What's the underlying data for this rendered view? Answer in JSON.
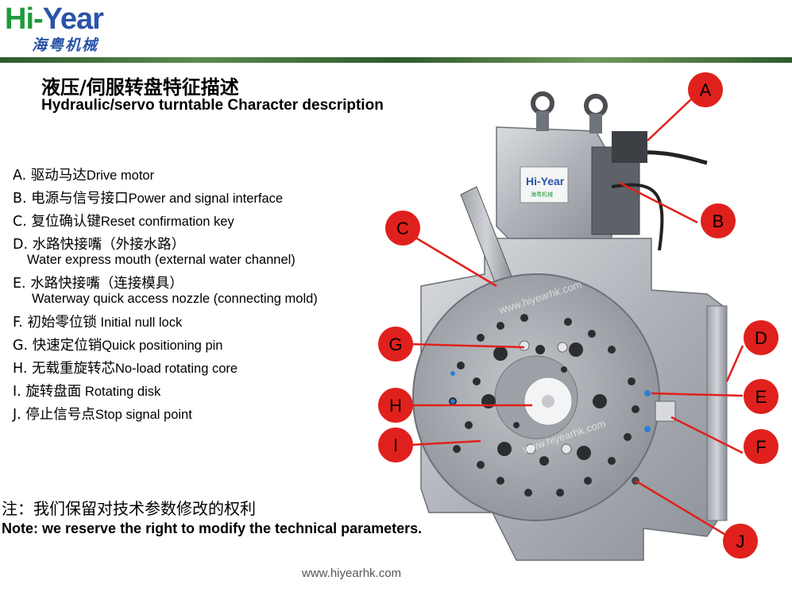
{
  "logo": {
    "hi": "Hi",
    "dash": "-",
    "year": "Year",
    "cn": "海粤机械"
  },
  "title": {
    "cn": "液压/伺服转盘特征描述",
    "en": "Hydraulic/servo turntable Character description"
  },
  "items": [
    {
      "letter": "A.",
      "cn": "驱动马达",
      "en": "Drive motor"
    },
    {
      "letter": "B.",
      "cn": "电源与信号接口",
      "en": "Power and signal interface"
    },
    {
      "letter": "C.",
      "cn": "复位确认键",
      "en": "Reset confirmation key"
    },
    {
      "letter": "D.",
      "cn": "水路快接嘴（外接水路）",
      "en": "",
      "sub": "Water express mouth (external water channel)"
    },
    {
      "letter": "E.",
      "cn": "水路快接嘴（连接模具）",
      "en": "",
      "sub": "Waterway quick access nozzle (connecting mold)"
    },
    {
      "letter": "F.",
      "cn": "初始零位锁",
      "en": " Initial null lock"
    },
    {
      "letter": "G.",
      "cn": "快速定位销",
      "en": "Quick positioning pin"
    },
    {
      "letter": "H.",
      "cn": "无载重旋转芯",
      "en": "No-load rotating core"
    },
    {
      "letter": "I.",
      "cn": "旋转盘面",
      "en": " Rotating disk"
    },
    {
      "letter": "J.",
      "cn": "停止信号点",
      "en": "Stop signal point"
    }
  ],
  "note": {
    "cn": "注：我们保留对技术参数修改的权利",
    "en": "Note: we reserve the right to modify the technical parameters."
  },
  "footer": "www.hiyearhk.com",
  "image": {
    "plate_label": "Hi-Year",
    "plate_cn": "海粤机械",
    "watermark": "www.hiyearhk.com",
    "callouts": [
      "A",
      "B",
      "C",
      "D",
      "E",
      "F",
      "G",
      "H",
      "I",
      "J"
    ]
  },
  "colors": {
    "brand_green": "#1f9a3a",
    "brand_blue": "#2a54a8",
    "callout_red": "#e0201c"
  }
}
